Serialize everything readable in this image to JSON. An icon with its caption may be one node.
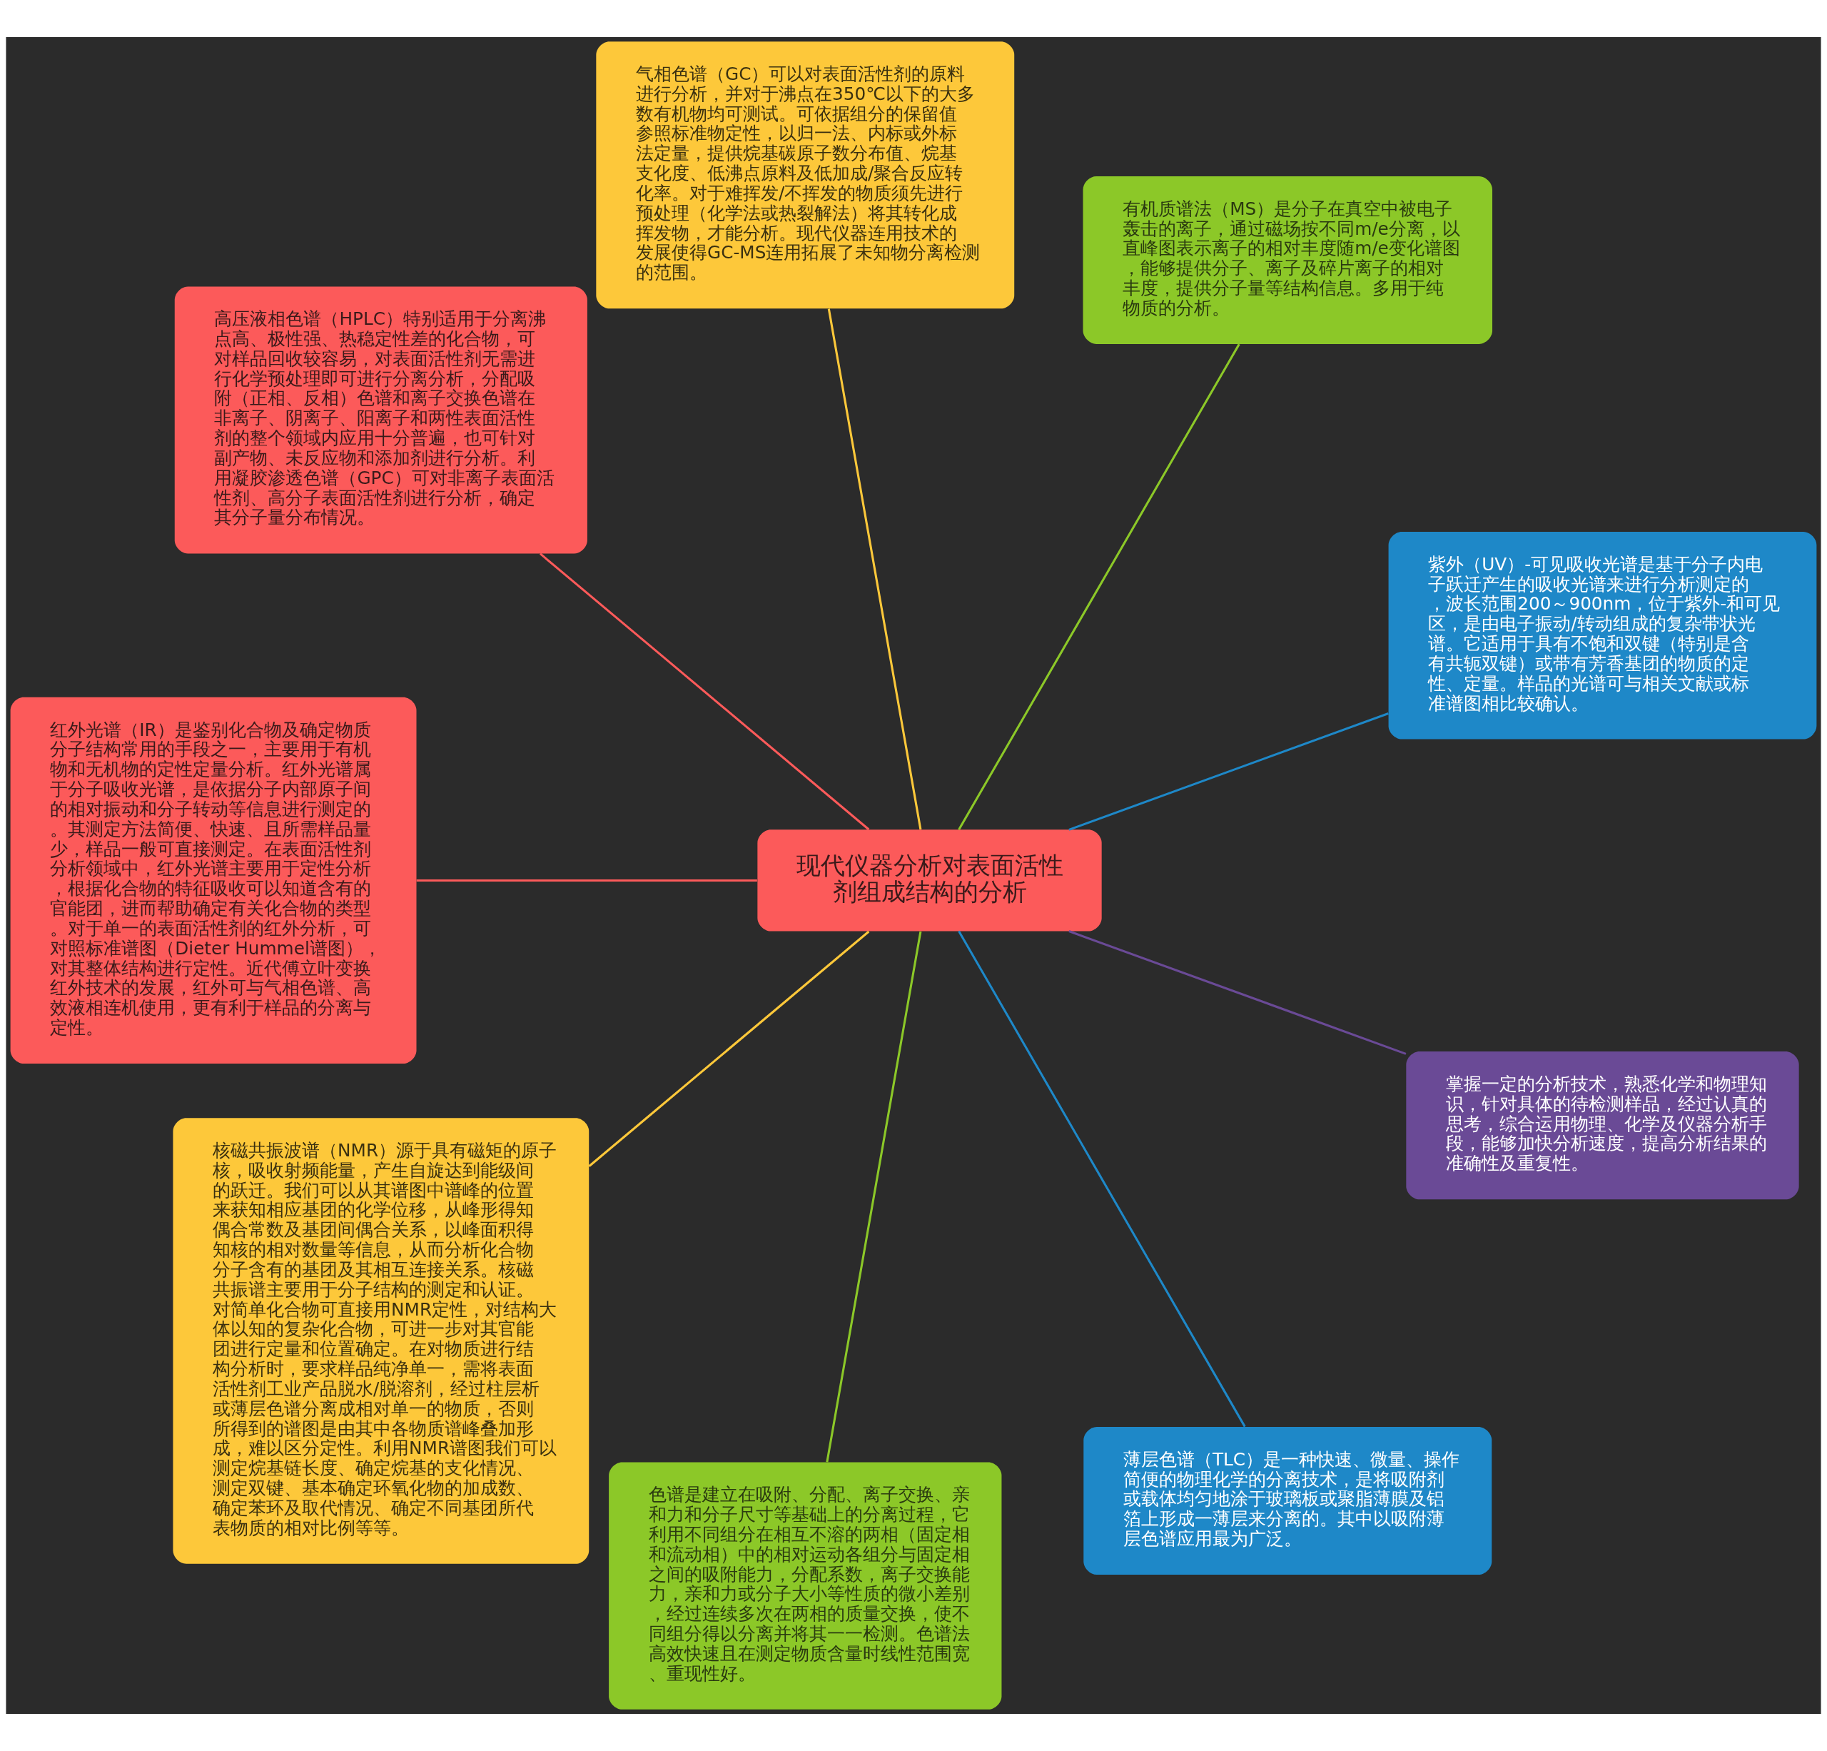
{
  "diagram": {
    "nodes": [
      {
        "text": [
          "现代仪器分析对表面活性剂组成结构的分析"
        ]
      },
      {
        "text": [
          "紫外（UV）-可见吸收光谱是基于分子内电子跃迁产生的吸收光谱来进行分析测定的，波长范围200～900nm，位于紫外-和可见区，是由电子振动/转动组成的复杂带状光谱。它适用于具有不饱和双键（特别是含有共轭双键）或带有芳香基团的物质的定性、定量。样品的光谱可与相关文献或标准谱图相比较确认。"
        ]
      },
      {
        "text": [
          "有机质谱法（MS）是分子在真空中被电子轰击的离子，通过磁场按不同m/e分离，以直峰图表示离子的相对丰度随m/e变化谱图，能够提供分子、离子及碎片离子的相对丰度，提供分子量等结构信息。多用于纯物质的分析。"
        ]
      },
      {
        "text": [
          "气相色谱（GC）可以对表面活性剂的原料进行分析，并对于沸点在350℃以下的大多数有机物均可测试。可依据组分的保留值参照标准物定性，以归一法、内标或外标法定量，提供烷基碳原子数分布值、烷基支化度、低沸点原料及低加成/聚合反应转化率。对于难挥发/不挥发的物质须先进行预处理（化学法或热裂解法）将其转化成挥发物，才能分析。现代仪器连用技术的发展使得GC-MS连用拓展了未知物分离检测的范围。"
        ]
      },
      {
        "text": [
          "高压液相色谱（HPLC）特别适用于分离沸点高、极性强、热稳定性差的化合物，可对样品回收较容易，对表面活性剂无需进行化学预处理即可进行分离分析，分配吸附（正相、反相）色谱和离子交换色谱在非离子、阴离子、阳离子和两性表面活性剂的整个领域内应用十分普遍，也可针对副产物、未反应物和添加剂进行分析。利用凝胶渗透色谱（GPC）可对非离子表面活性剂、高分子表面活性剂进行分析，确定其分子量分布情况。"
        ]
      },
      {
        "text": [
          "红外光谱（IR）是鉴别化合物及确定物质分子结构常用的手段之一，主要用于有机物和无机物的定性定量分析。红外光谱属于分子吸收光谱，是依据分子内部原子间的相对振动和分子转动等信息进行测定的。其测定方法简便、快速、且所需样品量少，样品一般可直接测定。在表面活性剂分析领域中，红外光谱主要用于定性分析，根据化合物的特征吸收可以知道含有的官能团，进而帮助确定有关化合物的类型。对于单一的表面活性剂的红外分析，可对照标准谱图（Dieter Hummel谱图），对其整体结构进行定性。近代傅立叶变换红外技术的发展，红外可与气相色谱、高效液相连机使用，更有利于样品的分离与定性。"
        ]
      },
      {
        "text": [
          "核磁共振波谱（NMR）源于具有磁矩的原子核，吸收射频能量，产生自旋达到能级间的跃迁。我们可以从其谱图中谱峰的位置来获知相应基团的化学位移，从峰形得知偶合常数及基团间偶合关系，以峰面积得知核的相对数量等信息，从而分析化合物分子含有的基团及其相互连接关系。核磁共振谱主要用于分子结构的测定和认证。对简单化合物可直接用NMR定性，对结构大体以知的复杂化合物，可进一步对其官能团进行定量和位置确定。在对物质进行结构分析时，要求样品纯净单一，需将表面活性剂工业产品脱水/脱溶剂，经过柱层析或薄层色谱分离成相对单一的物质，否则所得到的谱图是由其中各物质谱峰叠加形成，难以区分定性。利用NMR谱图我们可以测定烷基链长度、确定烷基的支化情况、测定双键、基本确定环氧化物的加成数、确定苯环及取代情况、确定不同基团所代表物质的相对比例等等。"
        ]
      },
      {
        "text": [
          "色谱是建立在吸附、分配、离子交换、亲和力和分子尺寸等基础上的分离过程，它利用不同组分在相互不溶的两相（固定相和流动相）中的相对运动各组分与固定相之间的吸附能力，分配系数，离子交换能力，亲和力或分子大小等性质的微小差别，经过连续多次在两相的质量交换，使不同组分得以分离并将其一一检测。色谱法高效快速且在测定物质含量时线性范围宽、重现性好。"
        ]
      },
      {
        "text": [
          "薄层色谱（TLC）是一种快速、微量、操作简便的物理化学的分离技术，是将吸附剂或载体均匀地涂于玻璃板或聚脂薄膜及铝箔上形成一薄层来分离的。其中以吸附薄层色谱应用最为广泛。"
        ]
      },
      {
        "text": [
          "掌握一定的分析技术，熟悉化学和物理知识，针对具体的待检测样品，经过认真的思考，综合运用物理、化学及仪器分析手段，能够加快分析速度，提高分析结果的准确性及重复性。"
        ]
      }
    ],
    "edges": [
      {
        "from": 0,
        "to": 1,
        "arrow": "none",
        "color": "#1e88c8"
      },
      {
        "from": 0,
        "to": 2,
        "arrow": "none",
        "color": "#8cc828"
      },
      {
        "from": 0,
        "to": 3,
        "arrow": "none",
        "color": "#fdc83a"
      },
      {
        "from": 0,
        "to": 4,
        "arrow": "none",
        "color": "#fc5a5a"
      },
      {
        "from": 0,
        "to": 5,
        "arrow": "none",
        "color": "#fc5a5a"
      },
      {
        "from": 0,
        "to": 6,
        "arrow": "none",
        "color": "#fdc83a"
      },
      {
        "from": 0,
        "to": 7,
        "arrow": "none",
        "color": "#8cc828"
      },
      {
        "from": 0,
        "to": 8,
        "arrow": "none",
        "color": "#1e88c8"
      },
      {
        "from": 0,
        "to": 9,
        "arrow": "none",
        "color": "#6a4a96"
      }
    ]
  }
}
